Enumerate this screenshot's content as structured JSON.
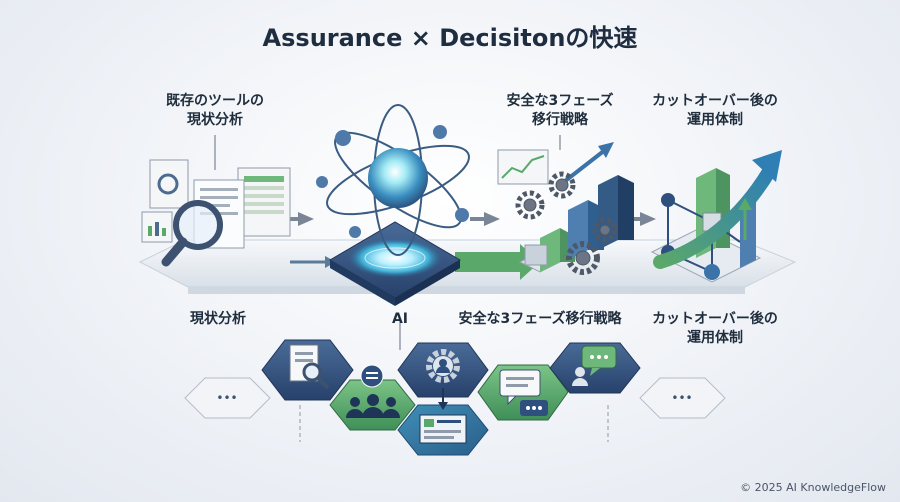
{
  "title": "Assurance × Decisitonの快速",
  "top_labels": {
    "step1": [
      "既存のツールの",
      "現状分析"
    ],
    "step3": [
      "安全な3フェーズ",
      "移行戦略"
    ],
    "step4": [
      "カットオーバー後の",
      "運用体制"
    ]
  },
  "bottom_labels": {
    "step1": "現状分析",
    "step2": "AI",
    "step3": "安全な3フェーズ移行戦略",
    "step4": [
      "カットオーバー後の",
      "運用体制"
    ]
  },
  "hex_dots": [
    "•••",
    "•••"
  ],
  "copyright": "© 2025 AI KnowledgeFlow",
  "colors": {
    "navy": "#2f4f7f",
    "green": "#5aa86a",
    "teal": "#3b8fb0",
    "platform": "#e6ebf1"
  },
  "icons": [
    "document-search-icon",
    "atom-icon",
    "gear-icon",
    "bar-chart-icon",
    "network-growth-icon",
    "people-icon",
    "user-gear-icon",
    "chat-icon"
  ]
}
